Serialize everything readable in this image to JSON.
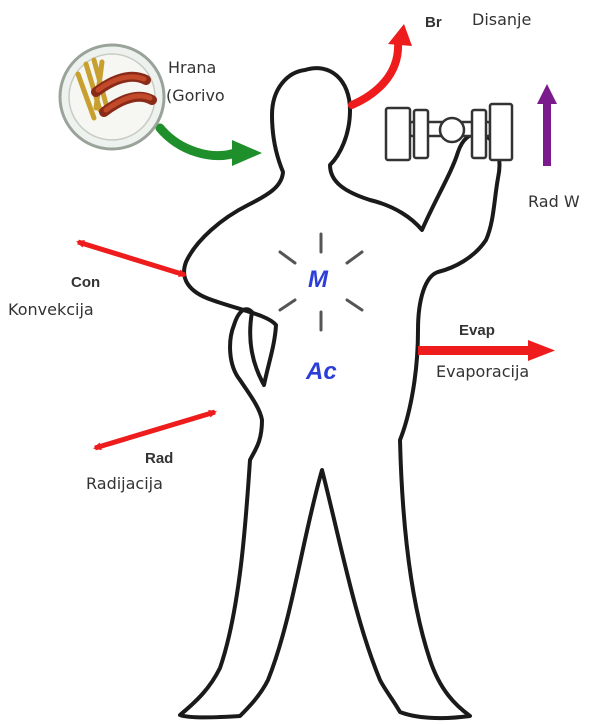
{
  "labels": {
    "br": "Br",
    "disanje": "Disanje",
    "hrana": "Hrana",
    "gorivo": "(Gorivo",
    "rad_w": "Rad W",
    "con": "Con",
    "konvekcija": "Konvekcija",
    "evap": "Evap",
    "evaporacija": "Evaporacija",
    "rad": "Rad",
    "radijacija": "Radijacija",
    "m": "M",
    "ac": "Ac"
  },
  "colors": {
    "outline": "#1a1a1a",
    "heat_arrow": "#ee1c1c",
    "food_arrow": "#1e8f2a",
    "work_arrow": "#7a1a8c",
    "symbol": "#2b3fd8"
  },
  "icons": [
    "food-plate-icon",
    "dumbbell-icon"
  ]
}
